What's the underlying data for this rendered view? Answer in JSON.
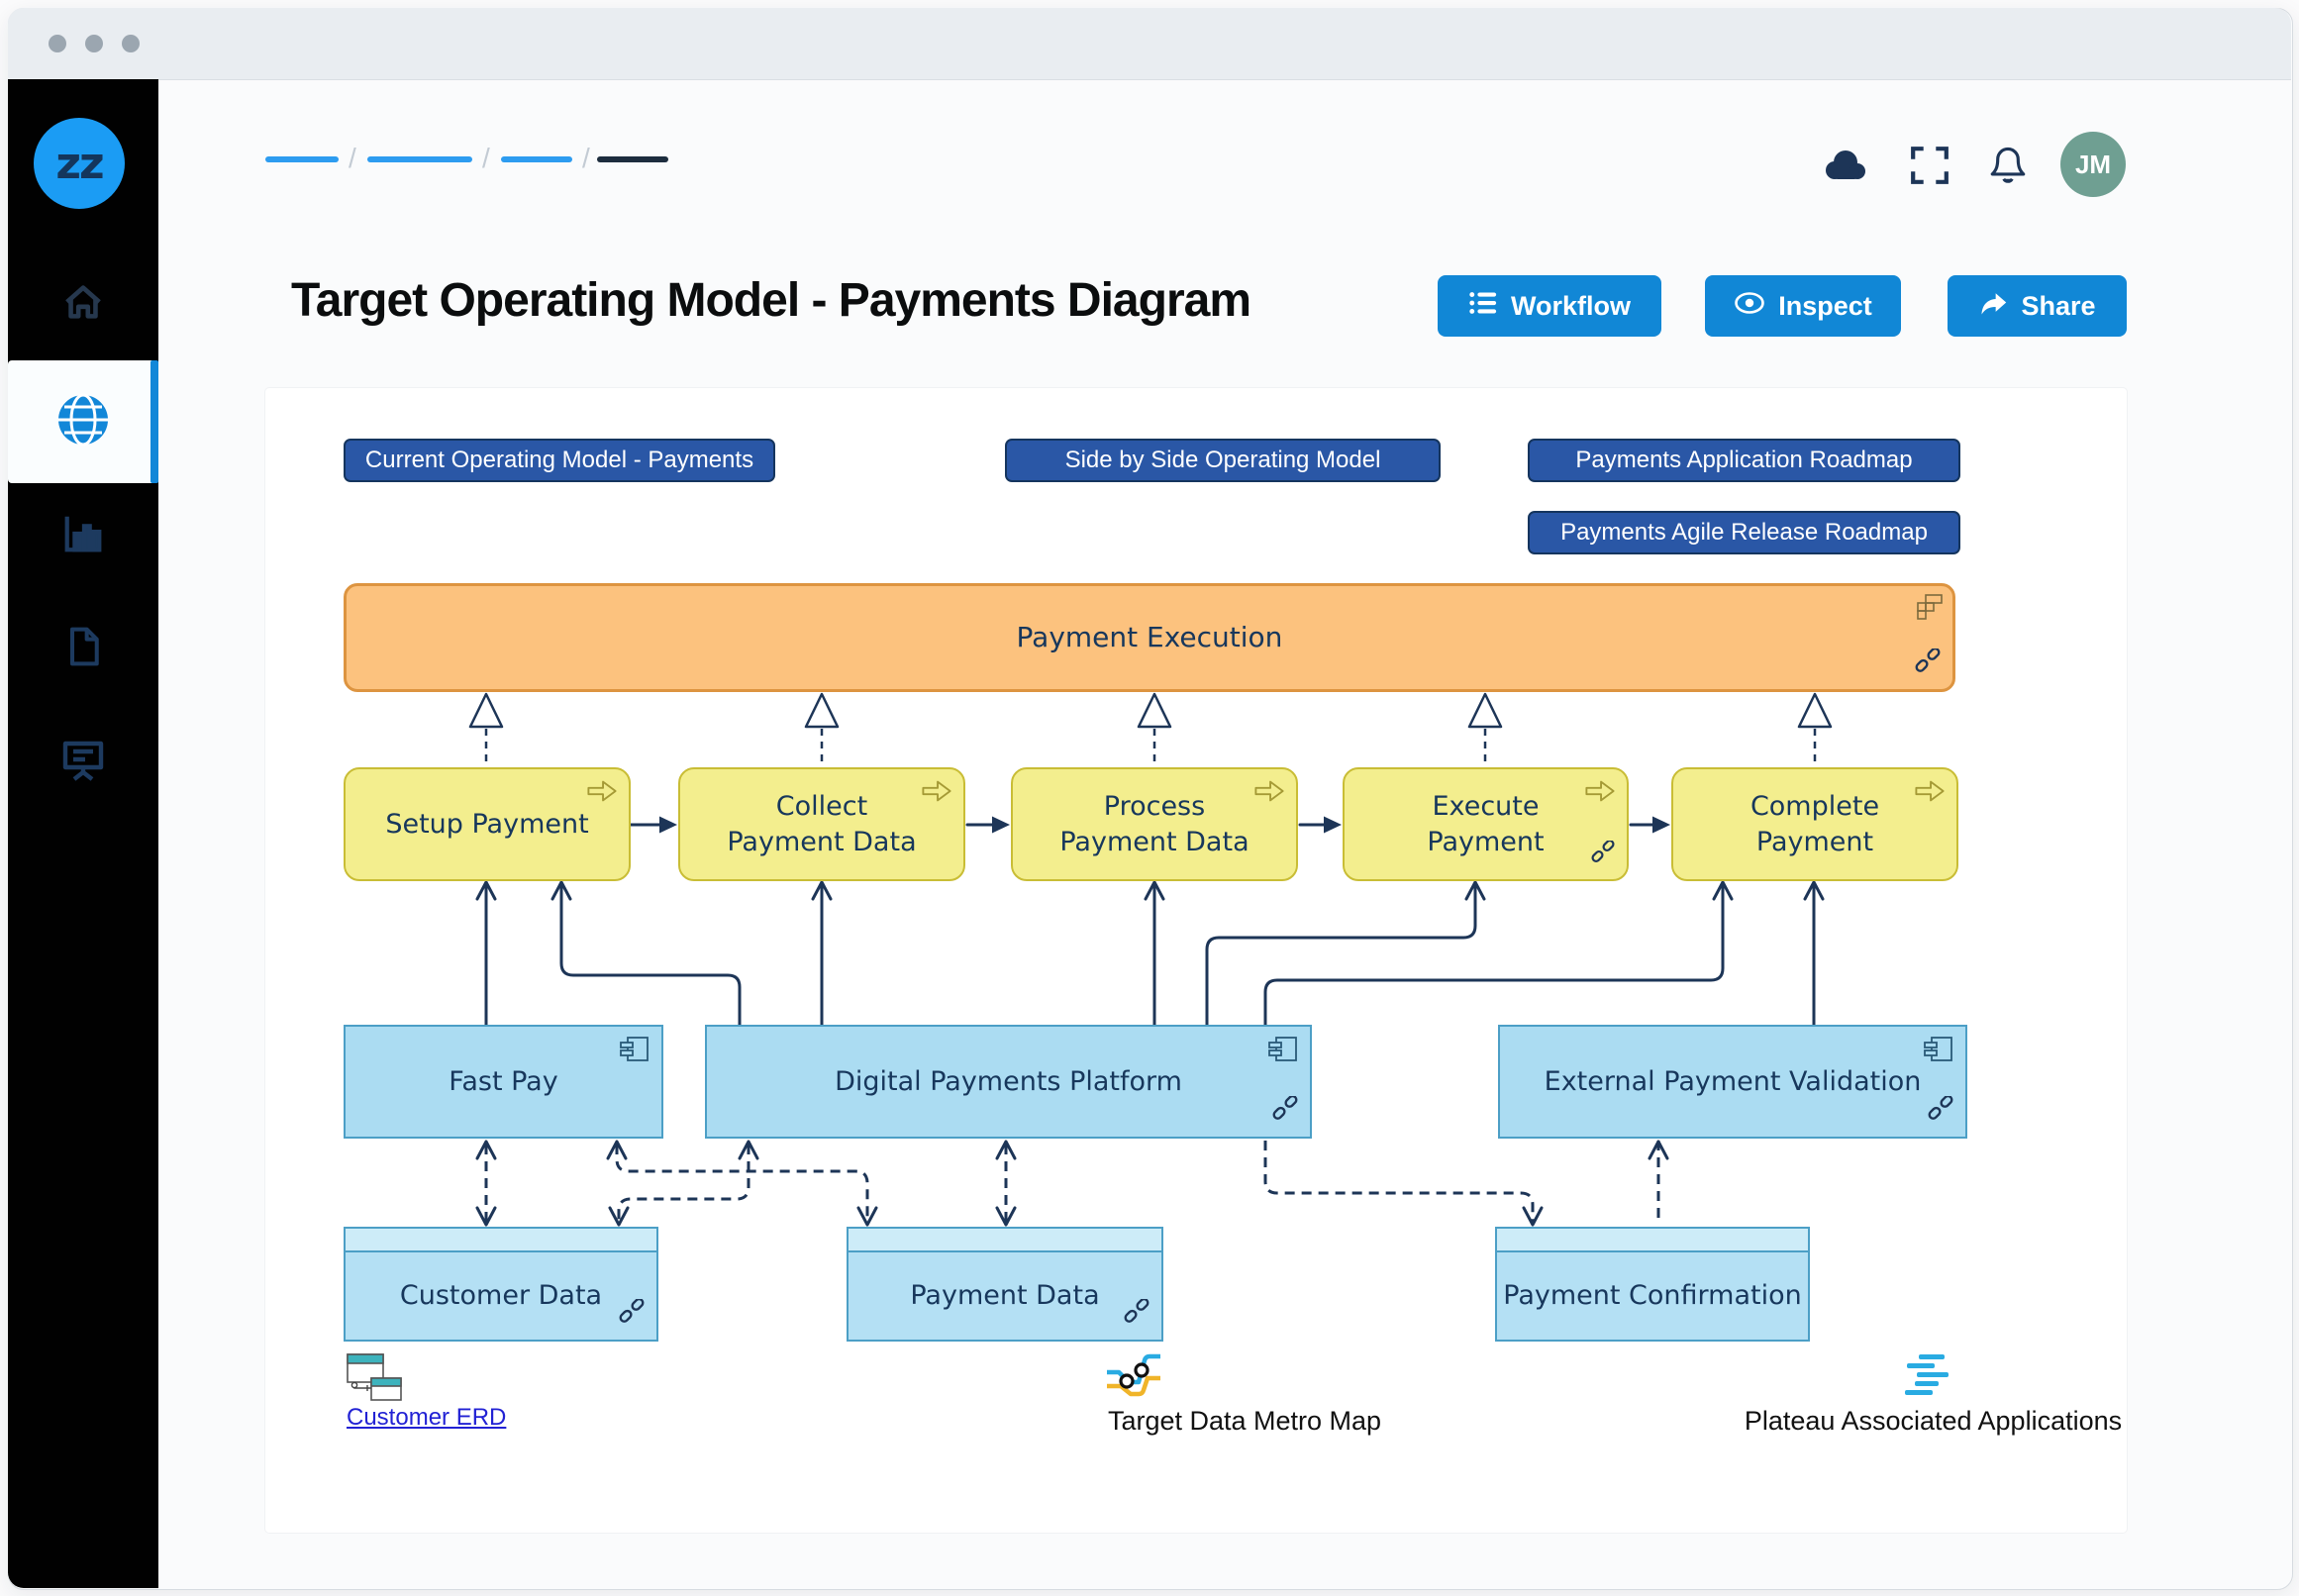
{
  "header": {
    "breadcrumb_placeholder_segments": 4,
    "avatar_initials": "JM",
    "icons": [
      "cloud-icon",
      "fullscreen-icon",
      "bell-icon"
    ]
  },
  "sidebar": {
    "logo_text": "zz",
    "items": [
      {
        "id": "home",
        "icon": "home-icon",
        "active": false
      },
      {
        "id": "globe",
        "icon": "globe-icon",
        "active": true
      },
      {
        "id": "analytics",
        "icon": "bar-chart-icon",
        "active": false
      },
      {
        "id": "document",
        "icon": "document-icon",
        "active": false
      },
      {
        "id": "presentation",
        "icon": "presentation-icon",
        "active": false
      }
    ]
  },
  "page": {
    "title": "Target Operating Model - Payments Diagram",
    "actions": [
      {
        "label": "Workflow",
        "icon": "list-icon"
      },
      {
        "label": "Inspect",
        "icon": "eye-icon"
      },
      {
        "label": "Share",
        "icon": "share-icon"
      }
    ]
  },
  "diagram": {
    "nav_buttons": [
      {
        "label": "Current Operating Model - Payments"
      },
      {
        "label": "Side by Side Operating Model"
      },
      {
        "label": "Payments Application Roadmap"
      },
      {
        "label": "Payments Agile Release Roadmap"
      }
    ],
    "capability": {
      "label": "Payment Execution",
      "icons": [
        "grid-icon",
        "link-icon"
      ]
    },
    "processes": [
      {
        "label": "Setup Payment"
      },
      {
        "label": "Collect\nPayment Data"
      },
      {
        "label": "Process\nPayment Data"
      },
      {
        "label": "Execute\nPayment",
        "has_link_icon": true
      },
      {
        "label": "Complete\nPayment"
      }
    ],
    "applications": [
      {
        "label": "Fast Pay"
      },
      {
        "label": "Digital Payments Platform",
        "has_link_icon": true
      },
      {
        "label": "External Payment Validation",
        "has_link_icon": true
      }
    ],
    "data_objects": [
      {
        "label": "Customer Data",
        "has_link_icon": true
      },
      {
        "label": "Payment Data",
        "has_link_icon": true
      },
      {
        "label": "Payment Confirmation"
      }
    ],
    "footer_links": [
      {
        "label": "Customer ERD",
        "style": "hyperlink",
        "icon": "erd-icon"
      },
      {
        "label": "Target Data Metro Map",
        "style": "text",
        "icon": "metro-map-icon"
      },
      {
        "label": "Plateau Associated Applications",
        "style": "text",
        "icon": "roadmap-bars-icon"
      }
    ],
    "colors": {
      "capability_fill": "#fcc27e",
      "capability_border": "#dd9440",
      "process_fill": "#f3ee8e",
      "process_border": "#c9bd35",
      "application_fill": "#abdcf2",
      "application_border": "#4c9fc6",
      "connector": "#1d3557",
      "nav_fill": "#2a57a6",
      "accent": "#1187d6",
      "link": "#2222d4",
      "avatar_bg": "#6f9f92"
    }
  }
}
